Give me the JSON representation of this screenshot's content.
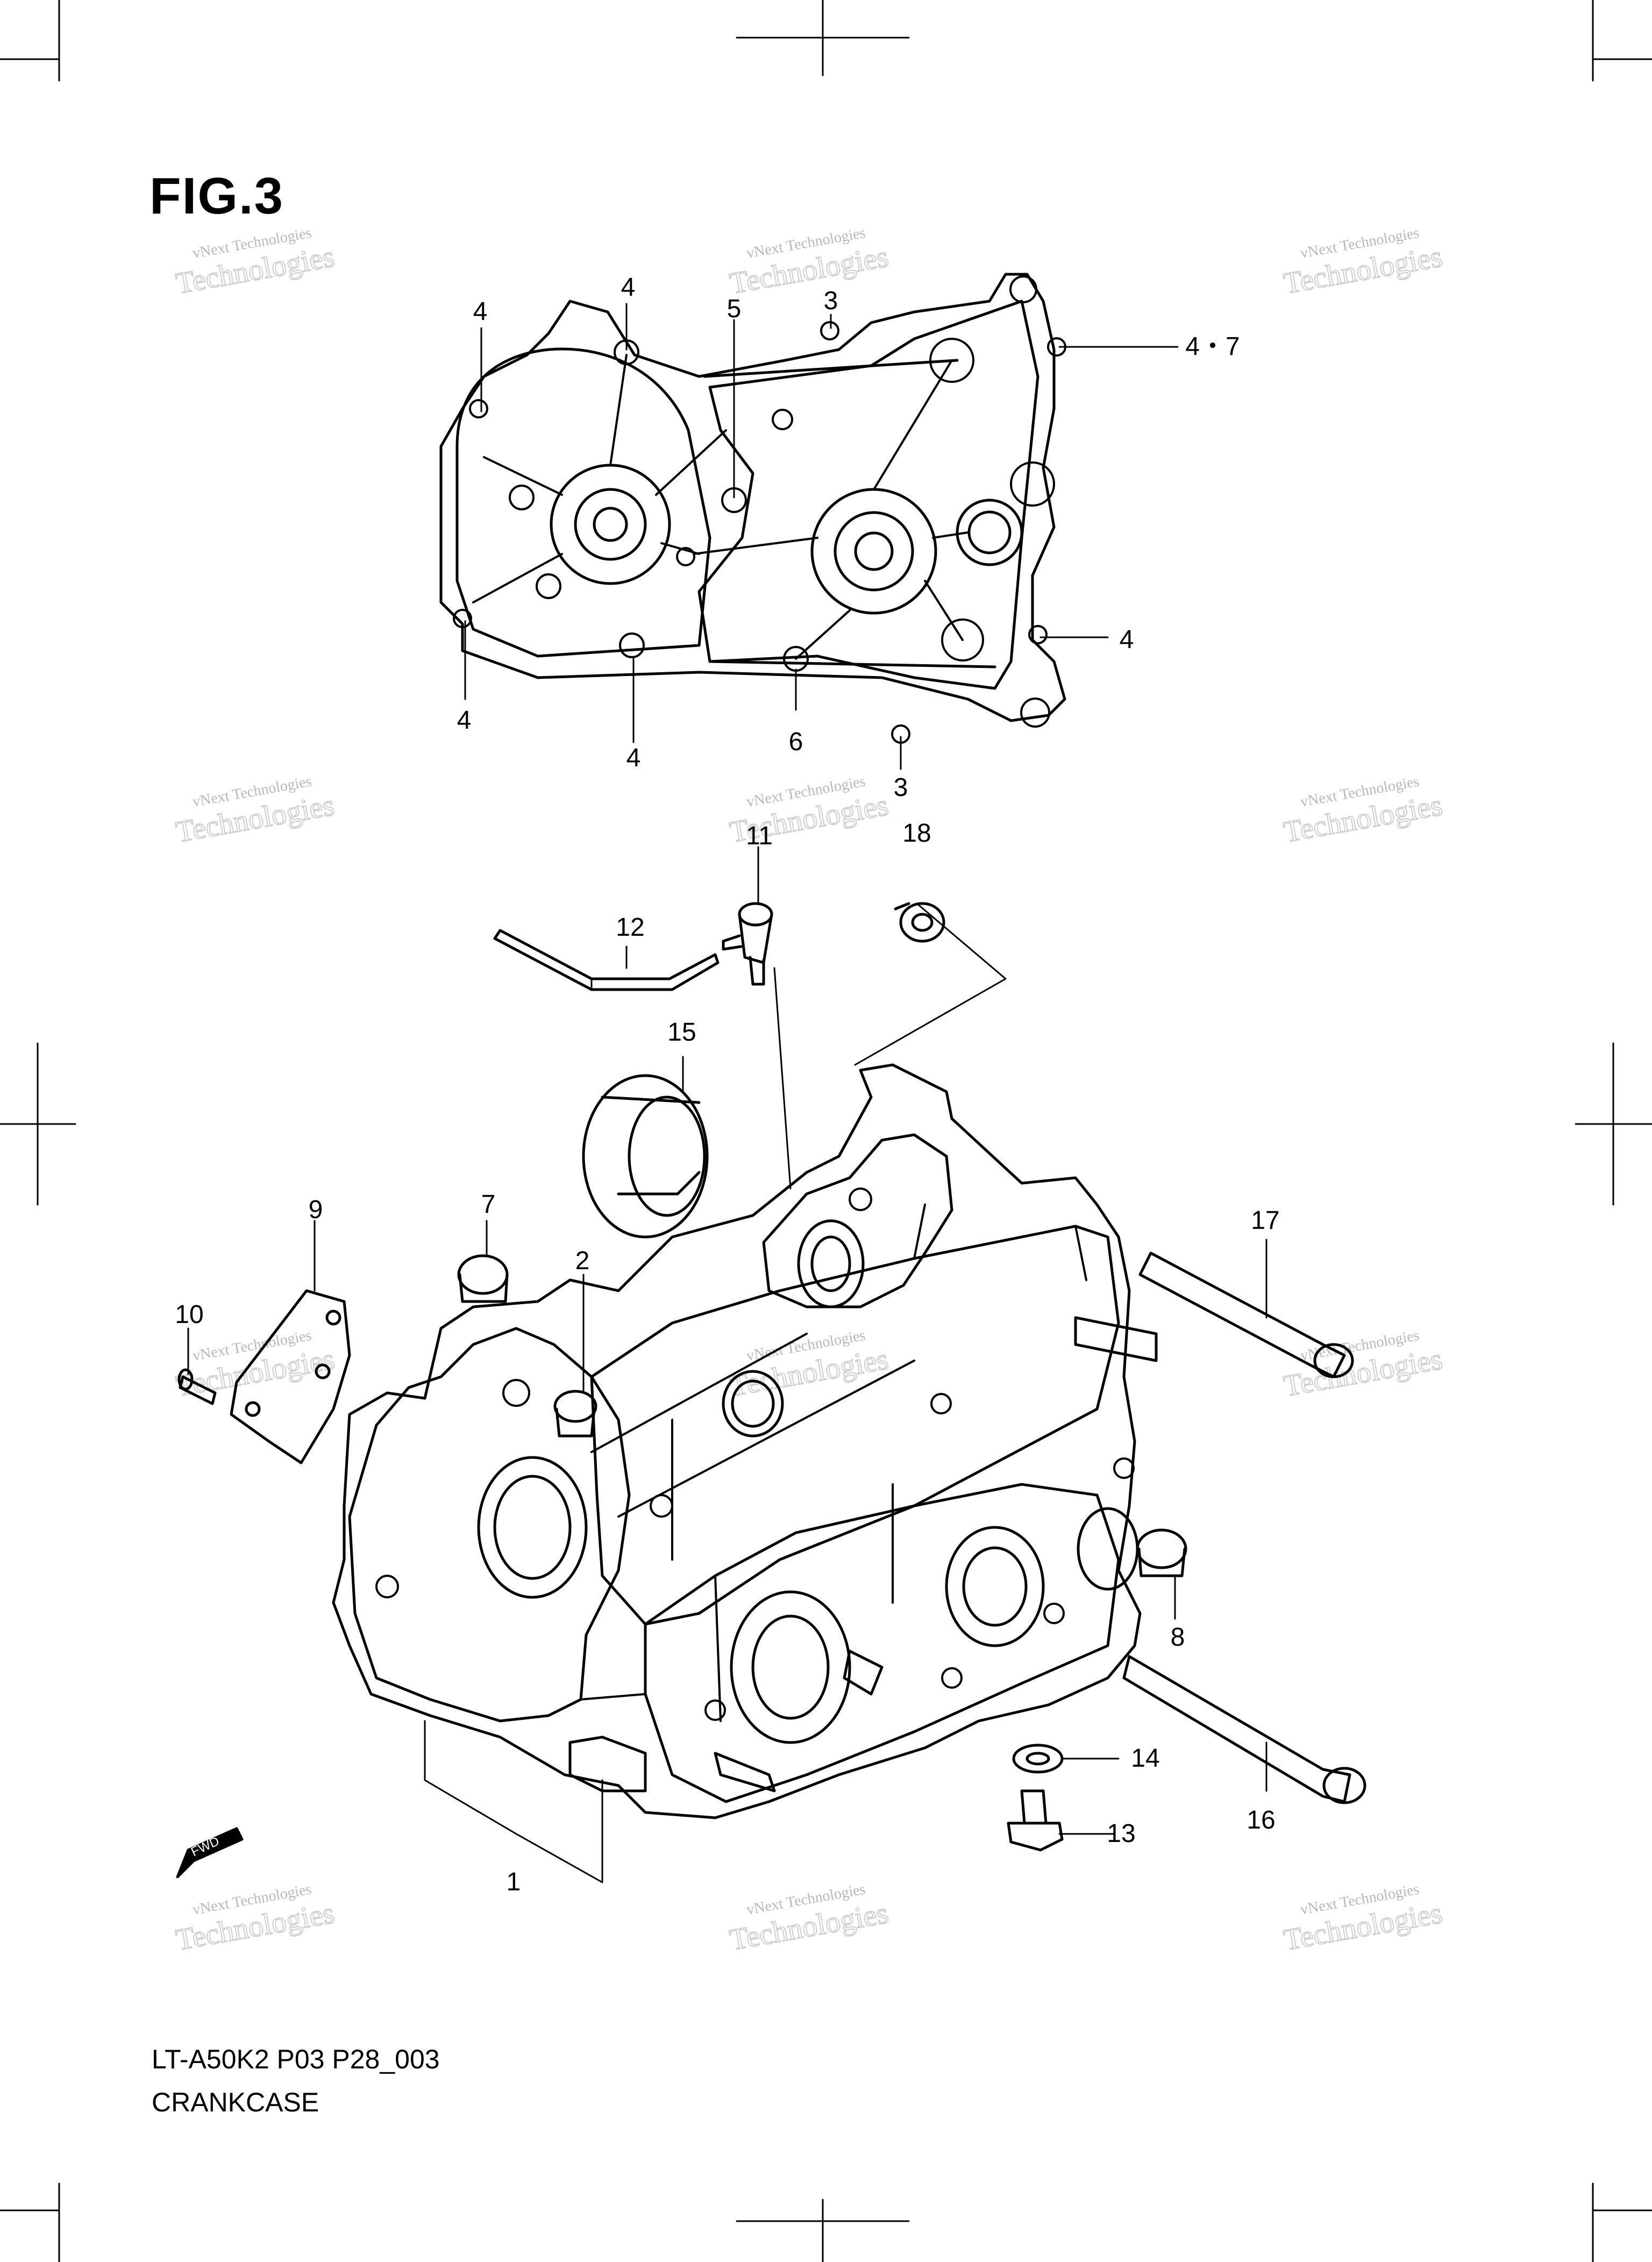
{
  "figure": {
    "title": "FIG.3",
    "code": "LT-A50K2 P03 P28_003",
    "name": "CRANKCASE",
    "fwd_label": "FWD"
  },
  "watermark": {
    "line1": "vNext Technologies",
    "line2": "Technologies",
    "line3": "vNext"
  },
  "callouts": [
    {
      "id": "c4a",
      "label": "4"
    },
    {
      "id": "c4b",
      "label": "4"
    },
    {
      "id": "c5",
      "label": "5"
    },
    {
      "id": "c3a",
      "label": "3"
    },
    {
      "id": "c47",
      "label": "4・7"
    },
    {
      "id": "c4c",
      "label": "4"
    },
    {
      "id": "c4d",
      "label": "4"
    },
    {
      "id": "c4e",
      "label": "4"
    },
    {
      "id": "c6",
      "label": "6"
    },
    {
      "id": "c3b",
      "label": "3"
    },
    {
      "id": "c11",
      "label": "11"
    },
    {
      "id": "c18",
      "label": "18"
    },
    {
      "id": "c12",
      "label": "12"
    },
    {
      "id": "c15",
      "label": "15"
    },
    {
      "id": "c9",
      "label": "9"
    },
    {
      "id": "c7",
      "label": "7"
    },
    {
      "id": "c2",
      "label": "2"
    },
    {
      "id": "c10",
      "label": "10"
    },
    {
      "id": "c17",
      "label": "17"
    },
    {
      "id": "c8",
      "label": "8"
    },
    {
      "id": "c14",
      "label": "14"
    },
    {
      "id": "c13",
      "label": "13"
    },
    {
      "id": "c16",
      "label": "16"
    },
    {
      "id": "c1",
      "label": "1"
    }
  ]
}
